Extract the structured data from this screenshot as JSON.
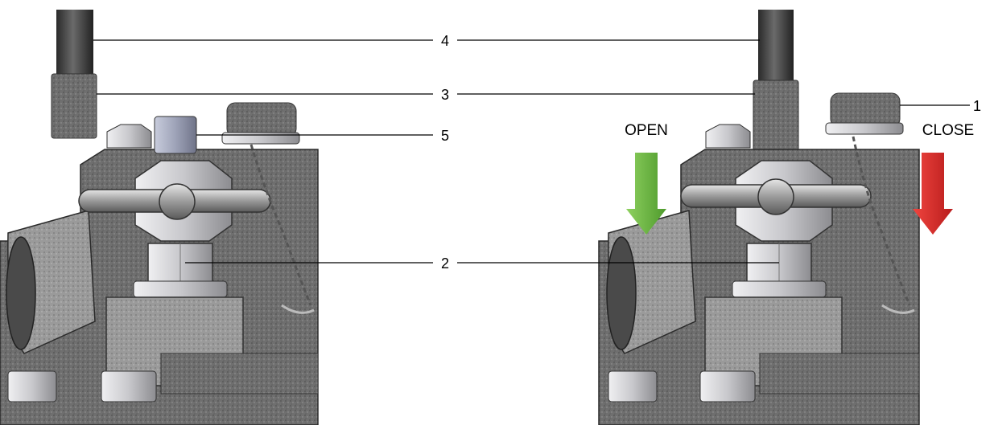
{
  "callouts": [
    {
      "id": "4",
      "label": "4"
    },
    {
      "id": "3",
      "label": "3"
    },
    {
      "id": "5",
      "label": "5"
    },
    {
      "id": "2",
      "label": "2"
    },
    {
      "id": "1",
      "label": "1"
    }
  ],
  "actions": {
    "open": {
      "label": "OPEN",
      "color": "#6cbd45",
      "icon": "arrow-down-icon"
    },
    "close": {
      "label": "CLOSE",
      "color": "#e3262b",
      "icon": "arrow-down-icon"
    }
  },
  "colors": {
    "metal_dark": "#5e5e5e",
    "metal_mid": "#8a8a8a",
    "metal_light": "#c4c4c6",
    "nut": "#cfcfd4",
    "cap_blue": "#9ea3b8",
    "hose": "#3c3c3c"
  }
}
